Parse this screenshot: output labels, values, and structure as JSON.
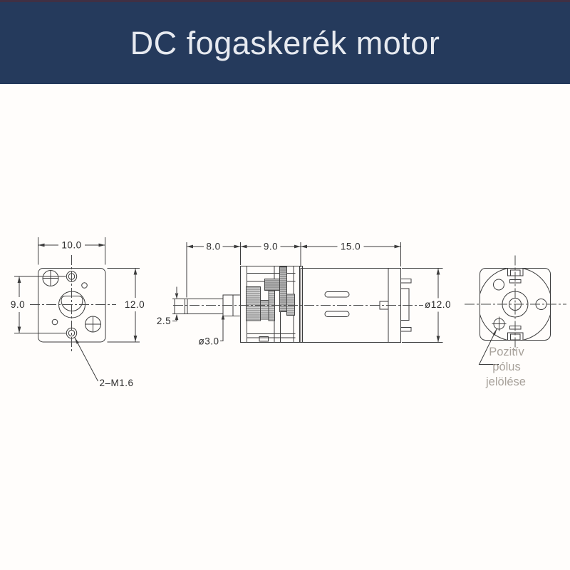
{
  "header": {
    "title": "DC fogaskerék motor"
  },
  "colors": {
    "header_bg": "#253a5c",
    "header_top_strip": "#403044",
    "header_text": "#e7eaf0",
    "drawing_line": "#3c3c3c",
    "dimension_text": "#2d2d2d",
    "note_text": "#a8a29b",
    "gear_fill_light": "#d2d2d2",
    "gear_fill_dark": "#c2c2c2"
  },
  "front_view": {
    "dim_width": "10.0",
    "dim_hole_spacing": "9.0",
    "dim_height": "12.0",
    "thread_callout": "2–M1.6"
  },
  "side_view": {
    "dim_shaft_length": "8.0",
    "dim_gearbox_length": "9.0",
    "dim_motor_length": "15.0",
    "dim_shaft_flat": "2.5",
    "dim_shaft_diameter": "ø3.0",
    "dim_motor_diameter": "ø12.0"
  },
  "rear_view": {
    "polarity_note_line1": "Pozitív",
    "polarity_note_line2": "pólus",
    "polarity_note_line3": "jelölése"
  }
}
